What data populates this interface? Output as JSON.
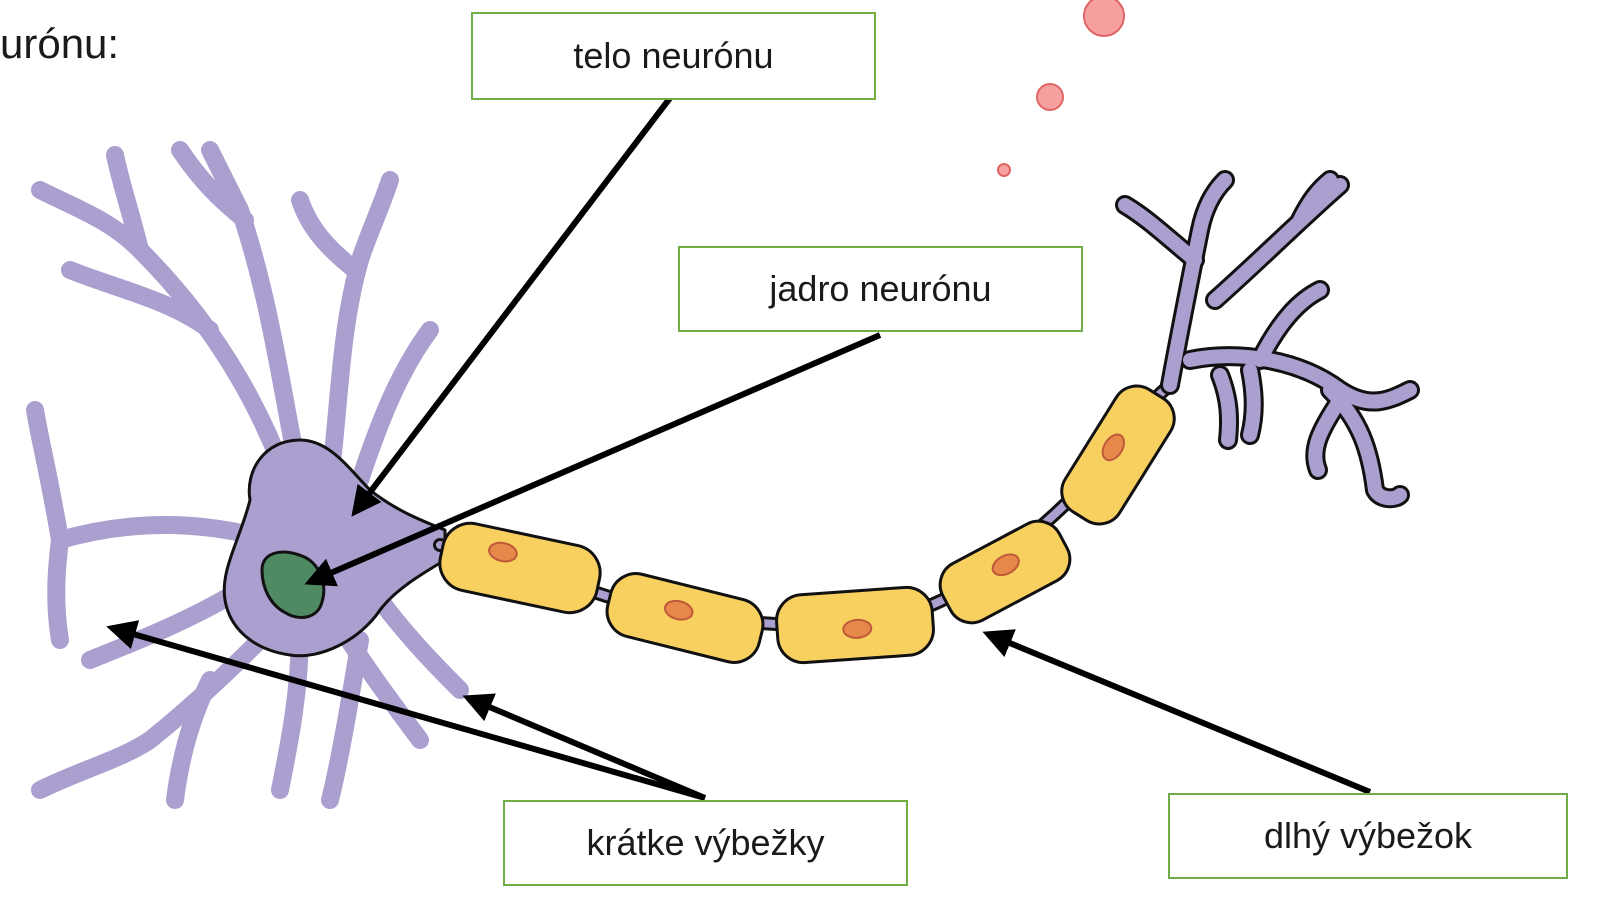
{
  "slide": {
    "heading_fragment": "urónu:"
  },
  "labels": {
    "cell_body": "telo neurónu",
    "nucleus": "jadro neurónu",
    "dendrites": "krátke výbežky",
    "axon": "dlhý výbežok"
  },
  "colors": {
    "neuron_fill": "#ab9fd0",
    "outline": "#111111",
    "nucleus_fill": "#4f8a63",
    "myelin_fill": "#f7d060",
    "myelin_nucleus": "#e6884a",
    "bubble_fill": "#f6a0a0",
    "bubble_stroke": "#e06565",
    "box_border": "#70ad47",
    "arrow": "#000000"
  }
}
